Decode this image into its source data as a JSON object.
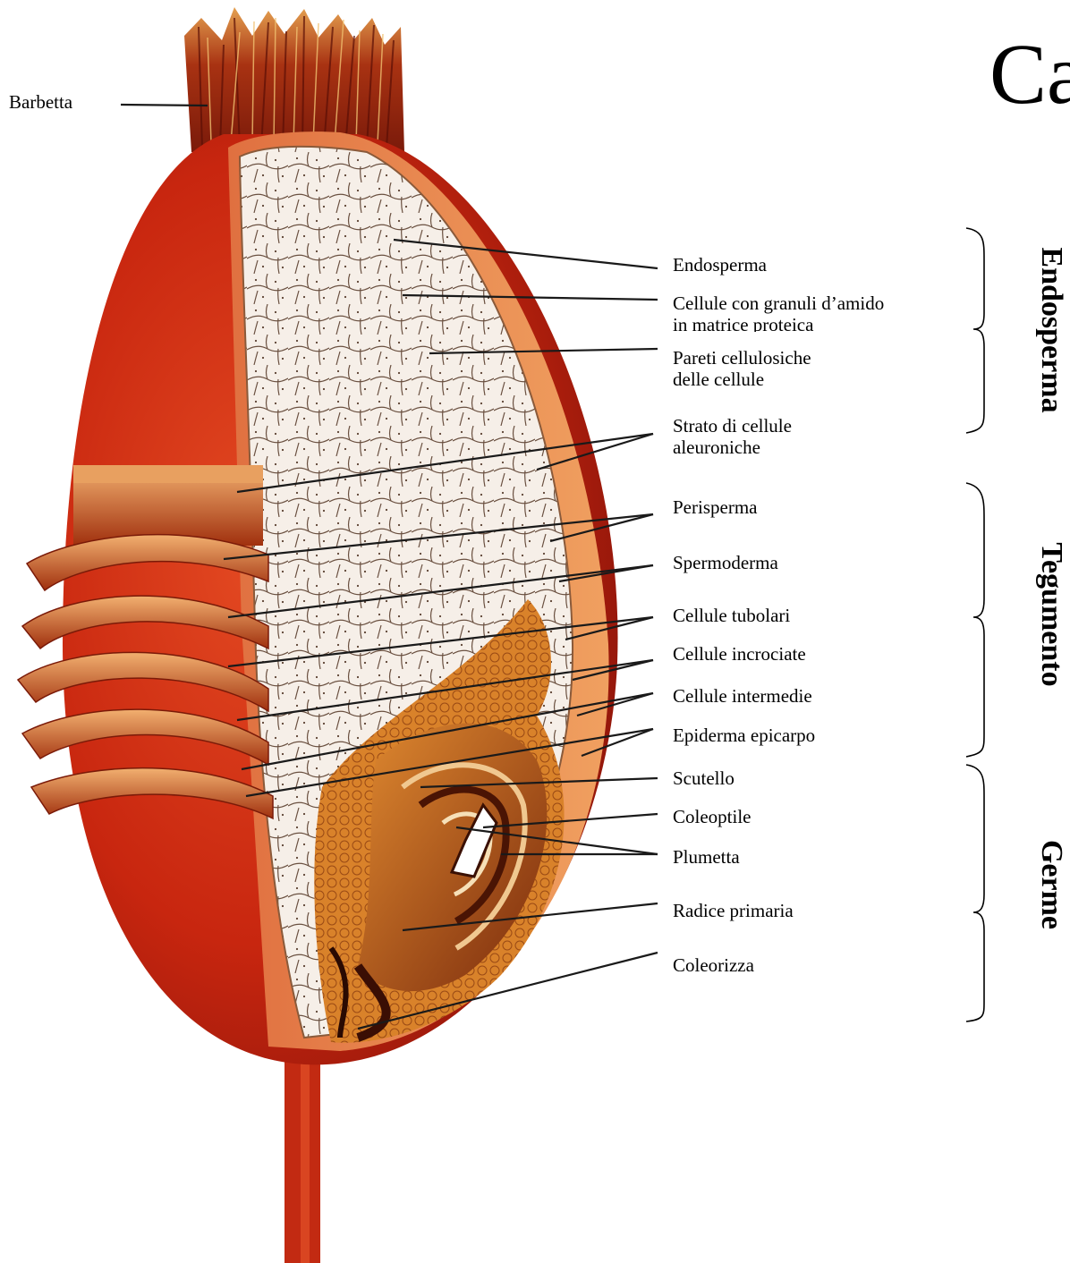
{
  "title_fragment": "Ca",
  "labels": {
    "barbetta": "Barbetta",
    "endosperma": "Endosperma",
    "cellule_amido_1": "Cellule con granuli d’amido",
    "cellule_amido_2": "in matrice proteica",
    "pareti_1": "Pareti cellulosiche",
    "pareti_2": "delle cellule",
    "strato_1": "Strato di cellule",
    "strato_2": "aleuroniche",
    "perisperma": "Perisperma",
    "spermoderma": "Spermoderma",
    "tubolari": "Cellule tubolari",
    "incrociate": "Cellule incrociate",
    "intermedie": "Cellule intermedie",
    "epicarpo": "Epiderma epicarpo",
    "scutello": "Scutello",
    "coleoptile": "Coleoptile",
    "plumetta": "Plumetta",
    "radice": "Radice primaria",
    "coleorizza": "Coleorizza"
  },
  "groups": {
    "endosperma": "Endosperma",
    "tegumento": "Tegumento",
    "germe": "Germe"
  },
  "colors": {
    "husk_dark": "#b01a0c",
    "husk_mid": "#d8351a",
    "husk_light": "#ee7a3a",
    "endosperm": "#f4ece4",
    "germ": "#c06018",
    "beard": "#9a2a10"
  }
}
